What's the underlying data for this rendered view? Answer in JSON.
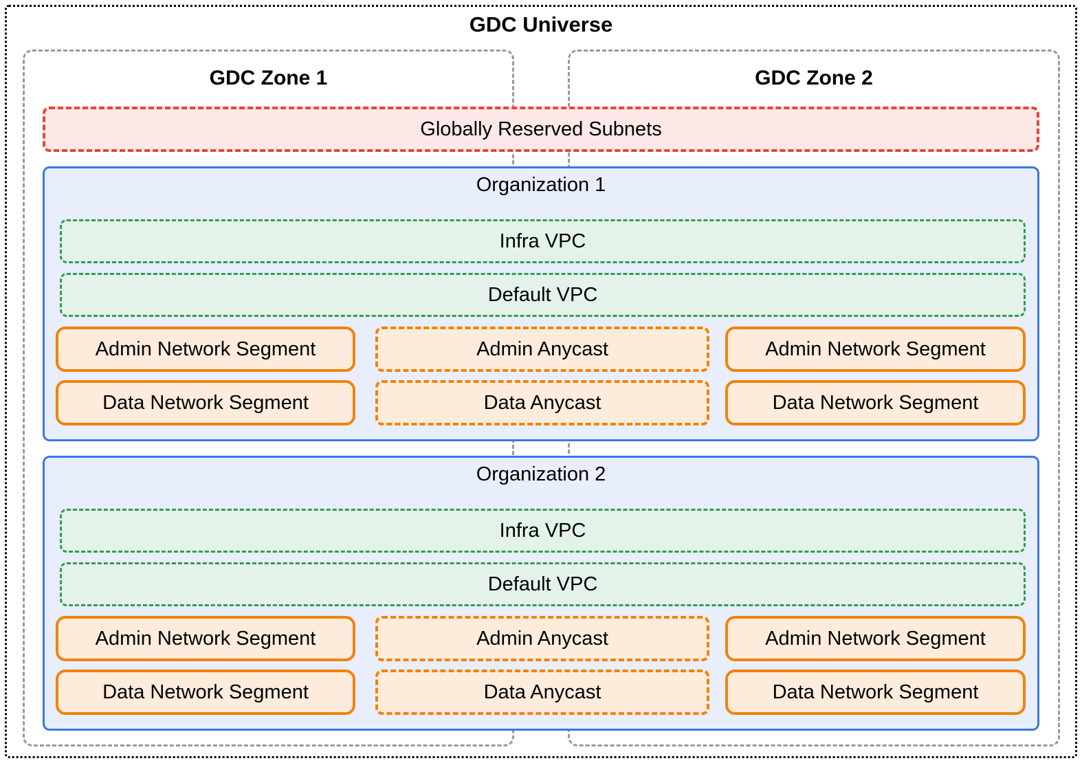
{
  "title": "GDC Universe",
  "zones": [
    {
      "label": "GDC Zone 1"
    },
    {
      "label": "GDC Zone 2"
    }
  ],
  "global_subnets": {
    "label": "Globally Reserved Subnets"
  },
  "organizations": [
    {
      "title": "Organization 1",
      "vpcs": [
        {
          "label": "Infra VPC"
        },
        {
          "label": "Default VPC"
        }
      ],
      "segments": {
        "zone1_admin": "Admin Network Segment",
        "admin_anycast": "Admin Anycast",
        "zone2_admin": "Admin Network Segment",
        "zone1_data": "Data Network Segment",
        "data_anycast": "Data Anycast",
        "zone2_data": "Data Network Segment"
      }
    },
    {
      "title": "Organization 2",
      "vpcs": [
        {
          "label": "Infra VPC"
        },
        {
          "label": "Default VPC"
        }
      ],
      "segments": {
        "zone1_admin": "Admin Network Segment",
        "admin_anycast": "Admin Anycast",
        "zone2_admin": "Admin Network Segment",
        "zone1_data": "Data Network Segment",
        "data_anycast": "Data Anycast",
        "zone2_data": "Data Network Segment"
      }
    }
  ],
  "colors": {
    "universe_border": "#000000",
    "zone_border": "#9a9a9a",
    "global_subnets_border": "#e5463b",
    "global_subnets_bg": "#fce8e6",
    "org_border": "#3b78e1",
    "org_bg": "#e8eefc",
    "vpc_border": "#2f9e4f",
    "vpc_bg": "#e4f3e9",
    "segment_border": "#f0830d",
    "segment_bg": "#fdecdc",
    "text": "#000000"
  }
}
